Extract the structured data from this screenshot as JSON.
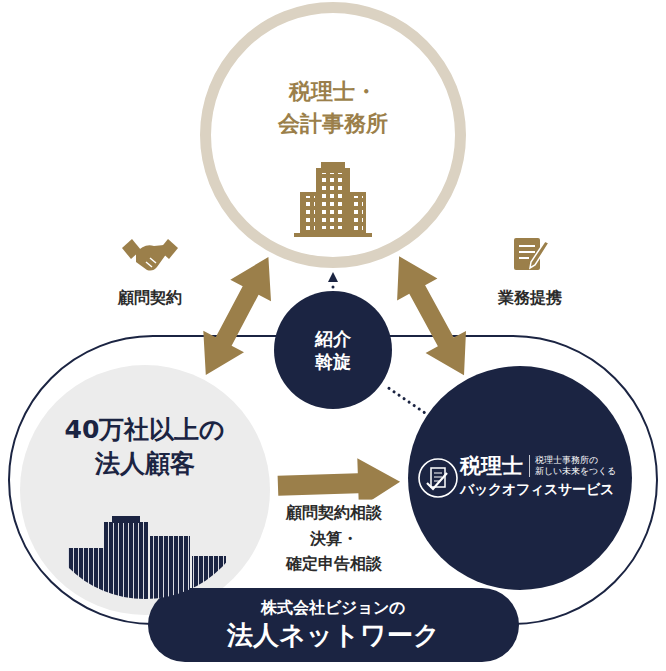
{
  "diagram": {
    "nodes": [
      {
        "text": [
          "税理士・ 会計事務所"
        ]
      },
      {
        "text": [
          "株式会社ビジョンの",
          "法人ネットワーク"
        ]
      },
      {
        "text": [
          "40万社以上の 法人顧客"
        ],
        "in": 1
      },
      {
        "text": [
          "税理士",
          "税理士事務所の 新しい未来をつくる",
          "バックオフィスサービス"
        ],
        "in": 1
      },
      {
        "text": [
          "紹介 斡旋"
        ]
      }
    ],
    "edges": [
      {
        "from": 2,
        "to": 0,
        "arrow": "both",
        "label": "顧問契約"
      },
      {
        "from": 3,
        "to": 0,
        "arrow": "both",
        "label": "業務提携"
      },
      {
        "from": 2,
        "to": 3,
        "arrow": "to",
        "label": "顧問契約相談 決算・確定申告相談"
      },
      {
        "from": 3,
        "to": 4,
        "arrow": "none"
      },
      {
        "from": 4,
        "to": 0,
        "arrow": "to"
      }
    ]
  }
}
